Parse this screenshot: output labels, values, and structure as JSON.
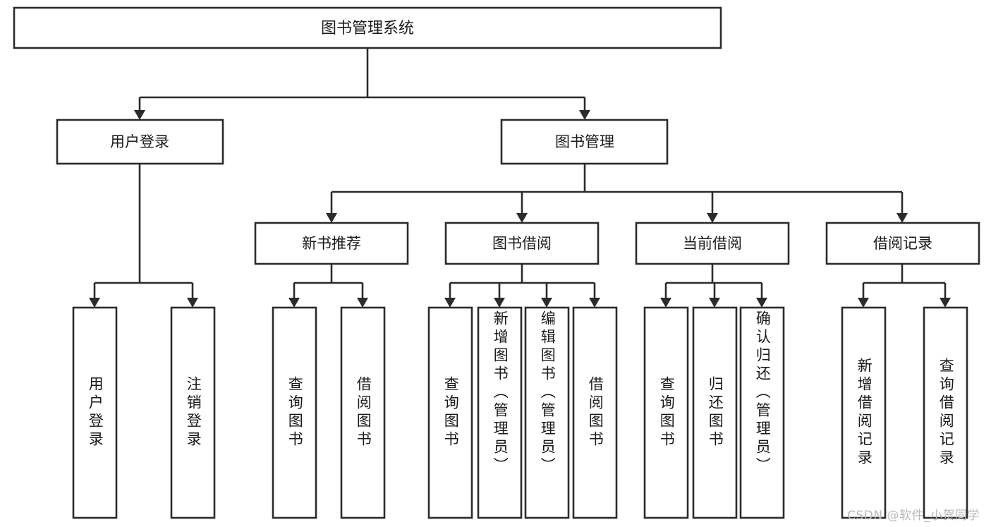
{
  "diagram": {
    "title": "图书管理系统",
    "type": "hierarchy-tree",
    "root": {
      "id": "root",
      "label": "图书管理系统",
      "level": 0
    },
    "level1": [
      {
        "id": "user-login",
        "label": "用户登录"
      },
      {
        "id": "book-manage",
        "label": "图书管理"
      }
    ],
    "level2": [
      {
        "id": "new-book-rec",
        "label": "新书推荐",
        "parent": "book-manage"
      },
      {
        "id": "book-borrow",
        "label": "图书借阅",
        "parent": "book-manage"
      },
      {
        "id": "current-borrow",
        "label": "当前借阅",
        "parent": "book-manage"
      },
      {
        "id": "borrow-record",
        "label": "借阅记录",
        "parent": "book-manage"
      }
    ],
    "leaves": {
      "user-login": [
        {
          "id": "leaf-user-login",
          "label": "用户登录"
        },
        {
          "id": "leaf-logout",
          "label": "注销登录"
        }
      ],
      "new-book-rec": [
        {
          "id": "leaf-query-book-1",
          "label": "查询图书"
        },
        {
          "id": "leaf-borrow-book-1",
          "label": "借阅图书"
        }
      ],
      "book-borrow": [
        {
          "id": "leaf-query-book-2",
          "label": "查询图书"
        },
        {
          "id": "leaf-add-book",
          "label": "新增图书（管理员）"
        },
        {
          "id": "leaf-edit-book",
          "label": "编辑图书（管理员）"
        },
        {
          "id": "leaf-borrow-book-2",
          "label": "借阅图书"
        }
      ],
      "current-borrow": [
        {
          "id": "leaf-query-book-3",
          "label": "查询图书"
        },
        {
          "id": "leaf-return-book",
          "label": "归还图书"
        },
        {
          "id": "leaf-confirm-return",
          "label": "确认归还（管理员）"
        }
      ],
      "borrow-record": [
        {
          "id": "leaf-add-record",
          "label": "新增借阅记录"
        },
        {
          "id": "leaf-query-record",
          "label": "查询借阅记录"
        }
      ]
    }
  },
  "watermark": {
    "text": "CSDN @软件_小贺同学"
  },
  "colors": {
    "stroke": "#2b2b2b",
    "fill": "#ffffff",
    "text": "#1a1a1a",
    "watermark": "#b9b9b9"
  }
}
